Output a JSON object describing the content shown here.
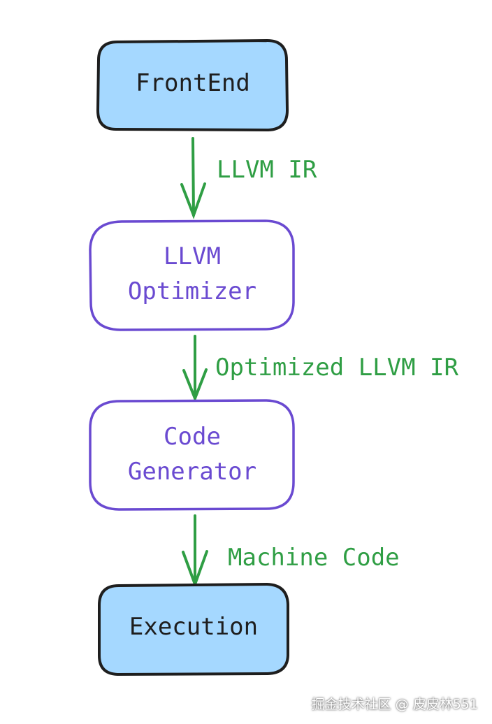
{
  "nodes": {
    "frontend": {
      "label": "FrontEnd"
    },
    "optimizer": {
      "line1": "LLVM",
      "line2": "Optimizer"
    },
    "codegen": {
      "line1": "Code",
      "line2": "Generator"
    },
    "execution": {
      "label": "Execution"
    }
  },
  "edges": {
    "frontend_to_optimizer": "LLVM IR",
    "optimizer_to_codegen": "Optimized LLVM IR",
    "codegen_to_execution": "Machine Code"
  },
  "watermark": "掘金技术社区 @ 皮皮林551",
  "colors": {
    "terminal_fill": "#a5d8ff",
    "terminal_stroke": "#1e1e1e",
    "process_stroke": "#6a4ad1",
    "arrow": "#2f9e44"
  }
}
